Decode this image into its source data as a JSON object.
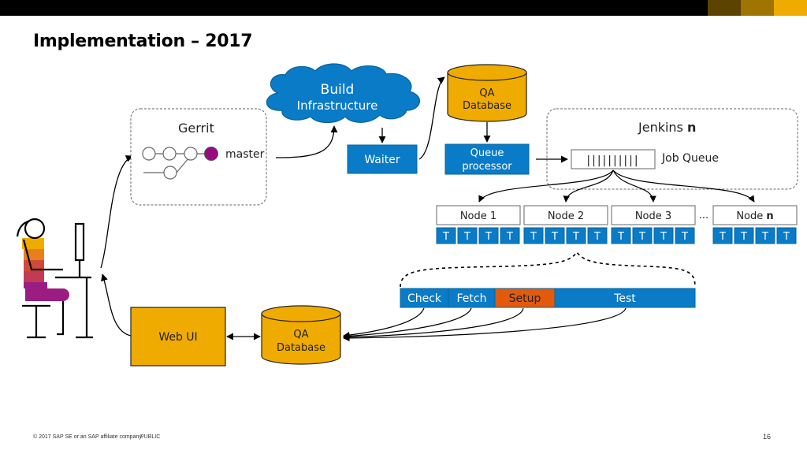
{
  "title": "Implementation – 2017",
  "gerrit": {
    "label": "Gerrit",
    "branch": "master"
  },
  "build_infra": {
    "line1": "Build",
    "line2": "Infrastructure"
  },
  "waiter": {
    "label": "Waiter"
  },
  "qa_db_top": {
    "line1": "QA",
    "line2": "Database"
  },
  "queue_processor": {
    "line1": "Queue",
    "line2": "processor"
  },
  "jenkins": {
    "label": "Jenkins ",
    "label_n": "n",
    "job_queue": "Job Queue",
    "queue_bars": "||||||||||"
  },
  "nodes": [
    {
      "label": "Node 1",
      "slots": [
        "T",
        "T",
        "T",
        "T"
      ]
    },
    {
      "label": "Node 2",
      "slots": [
        "T",
        "T",
        "T",
        "T"
      ]
    },
    {
      "label": "Node 3",
      "slots": [
        "T",
        "T",
        "T",
        "T"
      ]
    },
    {
      "label": "Node ",
      "label_n": "n",
      "slots": [
        "T",
        "T",
        "T",
        "T"
      ]
    }
  ],
  "ellipsis": "...",
  "stages": [
    {
      "label": "Check",
      "color": "#0a7bc6"
    },
    {
      "label": "Fetch",
      "color": "#0a7bc6"
    },
    {
      "label": "Setup",
      "color": "#e25b0c"
    },
    {
      "label": "Test",
      "color": "#0a7bc6"
    }
  ],
  "web_ui": {
    "label": "Web UI"
  },
  "qa_db_bottom": {
    "line1": "QA",
    "line2": "Database"
  },
  "footer": {
    "copyright": "© 2017 SAP SE or an SAP affiliate company.",
    "classification": "PUBLIC",
    "page": "16"
  },
  "colors": {
    "blue": "#0a7bc6",
    "blue_dark": "#07649f",
    "gold": "#f0ab00",
    "gold_dark": "#c98f00",
    "orange": "#e25b0c",
    "purple": "#970a82",
    "corner1": "#5c4300",
    "corner2": "#a07400",
    "corner3": "#f0ab00"
  },
  "icons": {
    "person": "person-at-computer-icon",
    "cloud": "cloud-icon",
    "database": "database-cylinder-icon"
  }
}
